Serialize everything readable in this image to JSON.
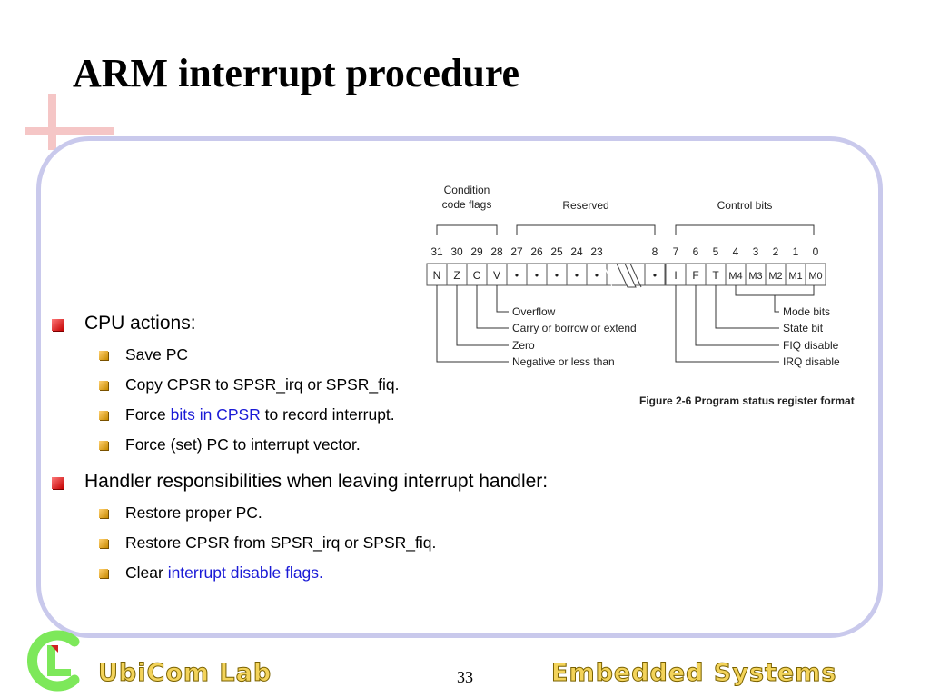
{
  "slide": {
    "title": "ARM interrupt procedure",
    "page_number": "33"
  },
  "figure": {
    "group_labels": {
      "condition_line1": "Condition",
      "condition_line2": "code flags",
      "reserved": "Reserved",
      "control": "Control bits"
    },
    "bit_numbers": [
      "31",
      "30",
      "29",
      "28",
      "27",
      "26",
      "25",
      "24",
      "23",
      "8",
      "7",
      "6",
      "5",
      "4",
      "3",
      "2",
      "1",
      "0"
    ],
    "cells": [
      "N",
      "Z",
      "C",
      "V",
      "•",
      "•",
      "•",
      "•",
      "•",
      "•",
      "I",
      "F",
      "T",
      "M4",
      "M3",
      "M2",
      "M1",
      "M0"
    ],
    "left_callouts": [
      "Overflow",
      "Carry or borrow or extend",
      "Zero",
      "Negative or less than"
    ],
    "right_callouts": [
      "Mode bits",
      "State bit",
      "FIQ disable",
      "IRQ disable"
    ],
    "caption": "Figure 2-6 Program status register format"
  },
  "bullets": {
    "cpu": {
      "heading": "CPU actions:",
      "items": [
        {
          "text": "Save PC"
        },
        {
          "text": "Copy CPSR to SPSR_irq or SPSR_fiq."
        },
        {
          "before": "Force ",
          "highlight": "bits in CPSR",
          "after": " to record interrupt."
        },
        {
          "text": "Force (set) PC to interrupt vector."
        }
      ]
    },
    "handler": {
      "heading": "Handler responsibilities when leaving interrupt handler:",
      "items": [
        {
          "text": "Restore proper PC."
        },
        {
          "text": "Restore CPSR from SPSR_irq or SPSR_fiq."
        },
        {
          "before": "Clear ",
          "highlight": "interrupt disable flags."
        }
      ]
    }
  },
  "footer": {
    "left": "UbiCom Lab",
    "right": "Embedded Systems"
  },
  "colors": {
    "frame": "#c9c9ec",
    "highlight": "#1a1ad6",
    "footer_text": "#f3d35a",
    "logo": "#7de85a"
  },
  "icons": [
    "cross-decoration-icon",
    "red-square-bullet-icon",
    "orange-square-bullet-icon",
    "ubicom-logo-icon"
  ]
}
